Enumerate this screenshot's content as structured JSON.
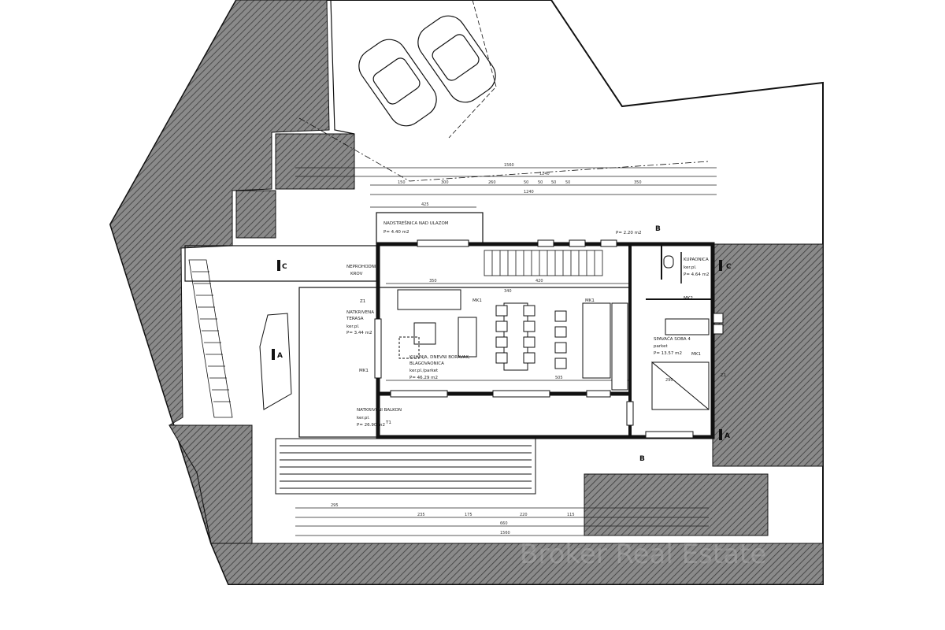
{
  "watermark": "Broker Real Estate",
  "rooms": {
    "canopy": {
      "name": "NADSTREŠNICA NAD ULAZOM",
      "area": "P= 4.40 m2"
    },
    "roof": {
      "name": "NEPROHODNI",
      "name2": "KROV"
    },
    "terrace": {
      "name": "NATKRIVENA",
      "name2": "TERASA",
      "floor": "ker.pl.",
      "area": "P= 3.44 m2"
    },
    "living": {
      "name": "KUHINJA, DNEVNI BORAVAK,",
      "name2": "BLAGOVAONICA",
      "floor": "ker.pl./parket",
      "area": "P= 46.29 m2"
    },
    "balcony": {
      "name": "NATKRIVENI BALKON",
      "floor": "ker.pl.",
      "area": "P= 26.90 m2"
    },
    "bedroom": {
      "name": "SPAVAĆA SOBA 4",
      "floor": "parket",
      "area": "P= 13.57 m2"
    },
    "bathroom": {
      "name": "KUPAONICA",
      "floor": "ker.pl.",
      "area": "P= 4.64 m2"
    },
    "stair": {
      "area": "P= 2.20 m2"
    }
  },
  "tags": {
    "mk1": "MK1",
    "mk2": "MK2",
    "t1": "T1",
    "z1": "Z1"
  },
  "sections": {
    "a": "A",
    "b": "B",
    "c": "C"
  },
  "dimensions": {
    "top": [
      "1560",
      "1240",
      "150",
      "300",
      "260",
      "50",
      "50",
      "50",
      "50",
      "350",
      "1240",
      "425"
    ],
    "inner": [
      "350",
      "420",
      "340",
      "505",
      "290"
    ],
    "bottom": [
      "295",
      "235",
      "175",
      "220",
      "115",
      "660",
      "1560"
    ]
  }
}
